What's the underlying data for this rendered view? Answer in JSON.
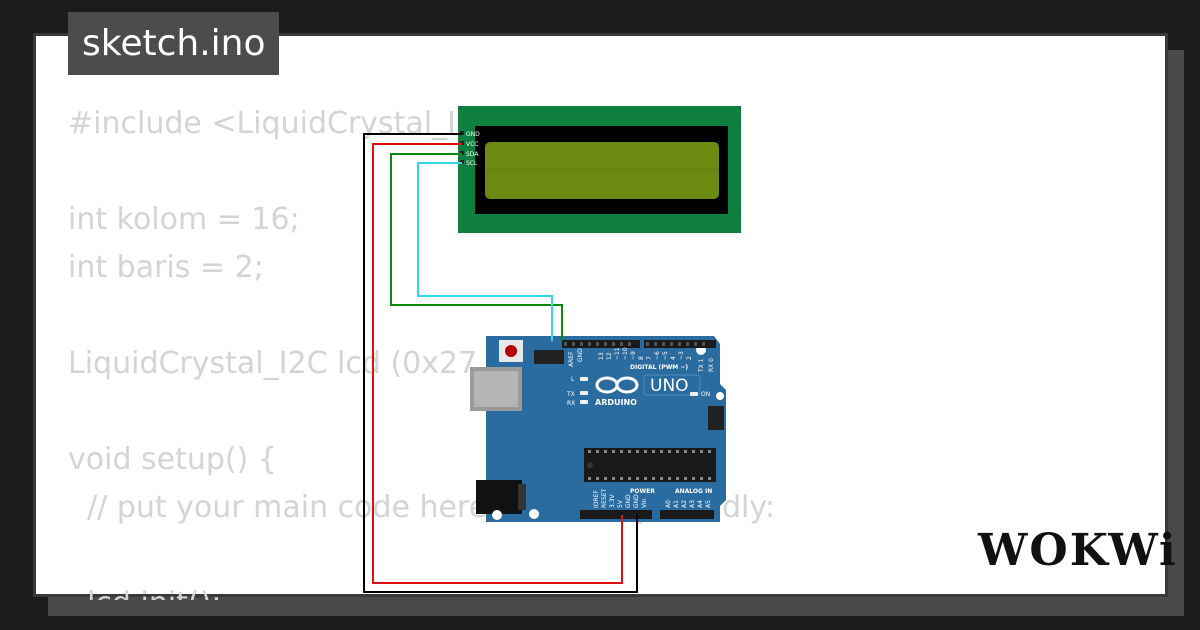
{
  "app": {
    "file_tab": "sketch.ino",
    "brand": "WOKWi"
  },
  "code_lines": [
    "#include <LiquidCrystal_I2C",
    "",
    "int kolom = 16;",
    "int baris = 2;",
    "",
    "LiquidCrystal_I2C lcd (0x27,",
    "",
    "void setup() {",
    "  // put your main code here, to run repeatedly:",
    "",
    "  lcd.init();"
  ],
  "lcd": {
    "pins": [
      "GND",
      "VCC",
      "SDA",
      "SCL"
    ]
  },
  "arduino": {
    "model": "UNO",
    "brand": "ARDUINO",
    "digital_label": "DIGITAL (PWM ~)",
    "power_label": "POWER",
    "analog_label": "ANALOG IN",
    "aref_gnd": [
      "AREF",
      "GND"
    ],
    "digital_pins": [
      "13",
      "12",
      "~11",
      "~10",
      "~9",
      "8",
      "7",
      "~6",
      "~5",
      "4",
      "~3",
      "2",
      "TX 1",
      "RX 0"
    ],
    "power_pins": [
      "IOREF",
      "RESET",
      "3.3V",
      "5V",
      "GND",
      "GND",
      "Vin"
    ],
    "analog_pins": [
      "A0",
      "A1",
      "A2",
      "A3",
      "A4",
      "A5"
    ],
    "leds": [
      "L",
      "TX",
      "RX"
    ],
    "on_label": "ON"
  },
  "colors": {
    "board": "#2a6ca0",
    "lcd_pcb": "#0e7f3f",
    "lcd_screen": "#6b8a12",
    "wire_gnd": "#000000",
    "wire_vcc": "#e01010",
    "wire_sda": "#0a8a0a",
    "wire_scl": "#30d8e8"
  }
}
